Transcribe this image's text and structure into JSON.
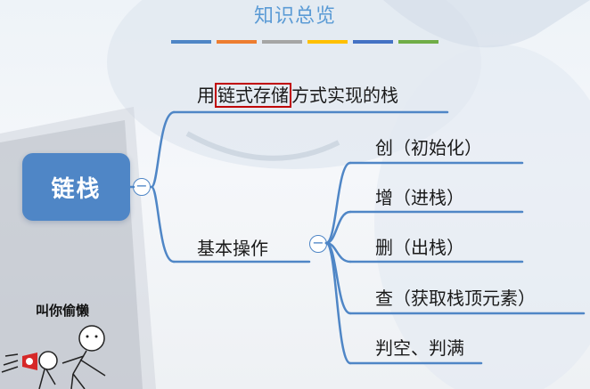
{
  "title": "知识总览",
  "stripes": [
    "#4f86c6",
    "#ed7d31",
    "#a5a5a5",
    "#ffc000",
    "#4472c4",
    "#70ad47"
  ],
  "root": {
    "label": "链栈"
  },
  "branch1": {
    "before": "用",
    "highlight": "链式存储",
    "after": "方式实现的栈"
  },
  "branch2": {
    "label": "基本操作"
  },
  "operations": [
    "创（初始化）",
    "增（进栈）",
    "删（出栈）",
    "查（获取栈顶元素）",
    "判空、判满"
  ],
  "meme": {
    "caption": "叫你偷懒"
  },
  "collapse_symbol": "−",
  "colors": {
    "accent": "#4f86c6",
    "highlight_border": "#c00000"
  }
}
